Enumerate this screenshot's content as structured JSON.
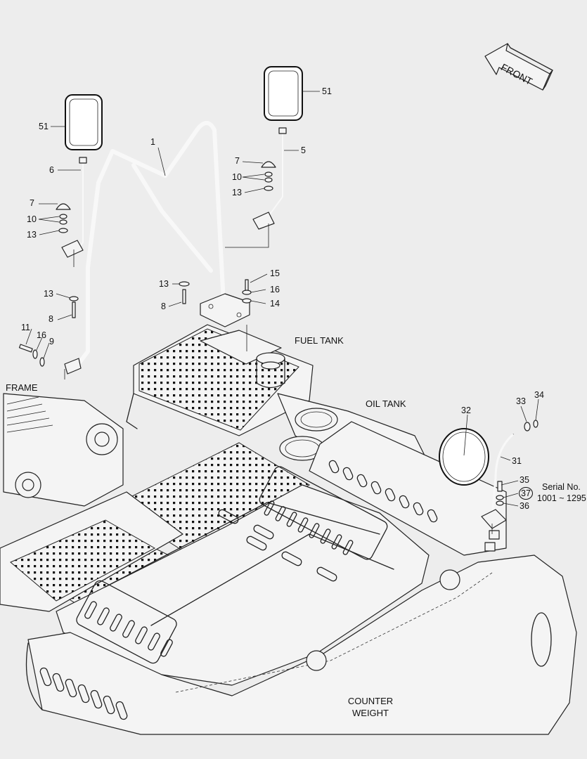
{
  "direction_label": "FRONT",
  "callouts": {
    "p1": "1",
    "p5": "5",
    "p6": "6",
    "p7a": "7",
    "p7b": "7",
    "p8a": "8",
    "p8b": "8",
    "p9": "9",
    "p10a": "10",
    "p10b": "10",
    "p11": "11",
    "p13a": "13",
    "p13b": "13",
    "p13c": "13",
    "p13d": "13",
    "p14": "14",
    "p15": "15",
    "p16a": "16",
    "p16b": "16",
    "p31": "31",
    "p32": "32",
    "p33": "33",
    "p34": "34",
    "p35": "35",
    "p36": "36",
    "p37": "37",
    "p51a": "51",
    "p51b": "51"
  },
  "areas": {
    "frame": "FRAME",
    "fuel_tank": "FUEL TANK",
    "oil_tank": "OIL TANK",
    "counter_weight_line1": "COUNTER",
    "counter_weight_line2": "WEIGHT"
  },
  "serial_note": {
    "line1": "Serial No.",
    "line2": "1001 ~ 1295"
  },
  "icons": [
    "front-arrow-icon",
    "mirror-icon",
    "handrail-icon"
  ]
}
